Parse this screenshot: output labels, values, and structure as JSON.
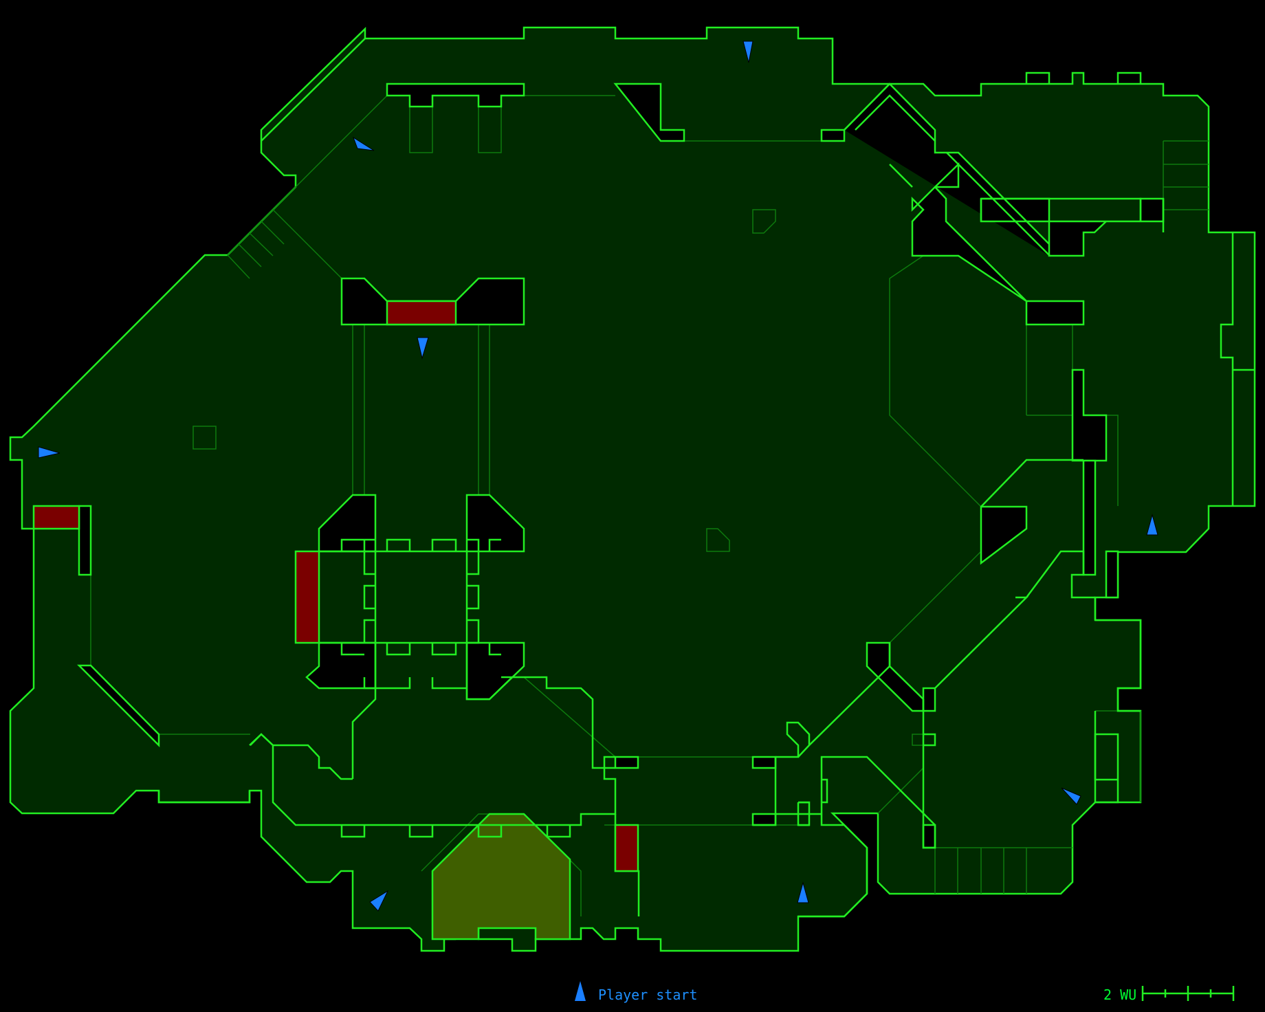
{
  "map": {
    "colors": {
      "background": "#000000",
      "floor": "#002a00",
      "wall": "#22ee22",
      "detail": "#0d7a0d",
      "hazard": "#7a0000",
      "special_area": "#3f5f00",
      "player_start": "#1a7fff"
    },
    "legend": {
      "player_start_label": "Player start",
      "player_start_icon": "blue-triangle-icon"
    },
    "scale_bar": {
      "label": "2 WU",
      "divisions": 4
    },
    "player_starts": [
      {
        "heading": "south"
      },
      {
        "heading": "south-east"
      },
      {
        "heading": "east"
      },
      {
        "heading": "south"
      },
      {
        "heading": "north"
      },
      {
        "heading": "south-east"
      },
      {
        "heading": "north-east"
      },
      {
        "heading": "north"
      }
    ]
  }
}
